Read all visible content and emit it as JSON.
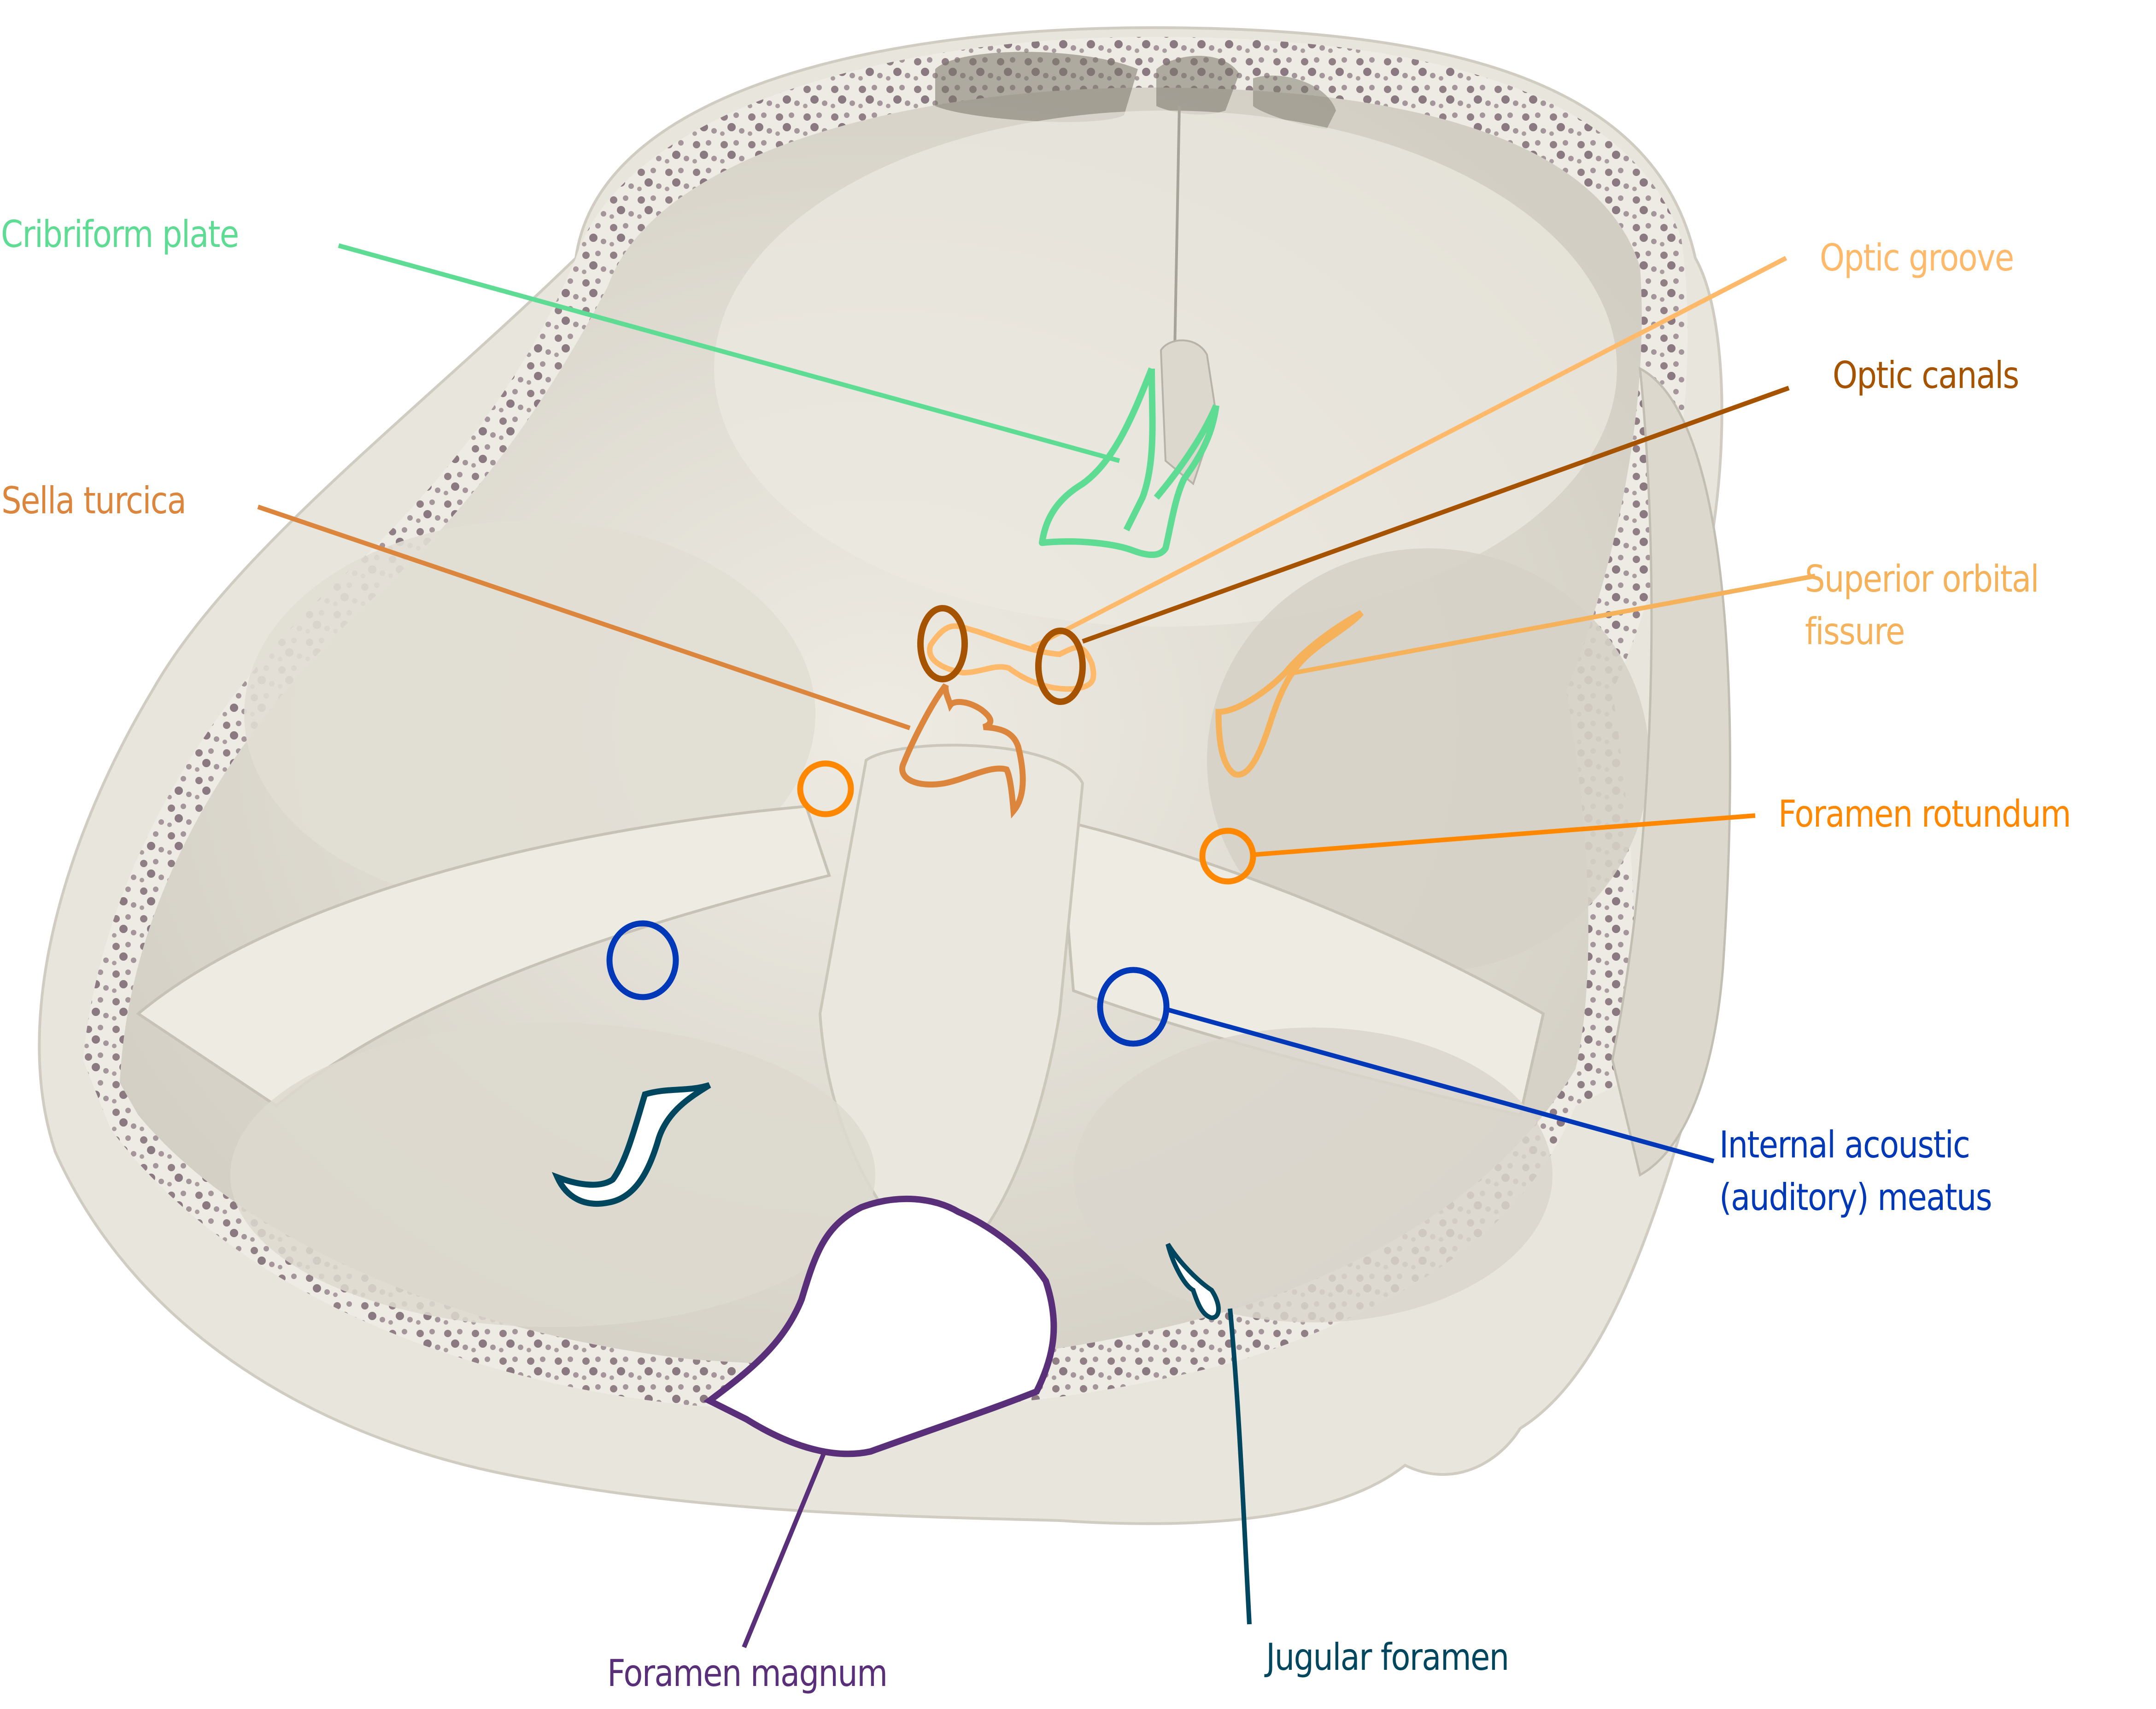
{
  "figure": {
    "subject": "Cranial base (internal view) with labeled foramina and landmarks"
  },
  "labels": {
    "cribriform_plate": {
      "text": "Cribriform plate",
      "color": "#5EDC93"
    },
    "optic_groove": {
      "text": "Optic groove",
      "color": "#FFB96A"
    },
    "optic_canals": {
      "text": "Optic canals",
      "color": "#A65300"
    },
    "sella_turcica": {
      "text": "Sella turcica",
      "color": "#DB863C"
    },
    "superior_orbital_fissure": {
      "text": "Superior orbital\nfissure",
      "color": "#F5B25A"
    },
    "foramen_rotundum": {
      "text": "Foramen rotundum",
      "color": "#FF8800"
    },
    "internal_acoustic_meatus": {
      "text": "Internal acoustic\n(auditory) meatus",
      "color": "#0038B8"
    },
    "foramen_magnum": {
      "text": "Foramen magnum",
      "color": "#5A2F7A"
    },
    "jugular_foramen": {
      "text": "Jugular foramen",
      "color": "#00465E"
    }
  },
  "colors": {
    "bone": "#E6E3DA",
    "bone_shadow": "#C9C5BA",
    "bone_highlight": "#F5F3EC",
    "cut_surface": "#EFEDE6",
    "diploe_spots": "#6B5560",
    "foramen_fill": "#FFFFFF"
  }
}
